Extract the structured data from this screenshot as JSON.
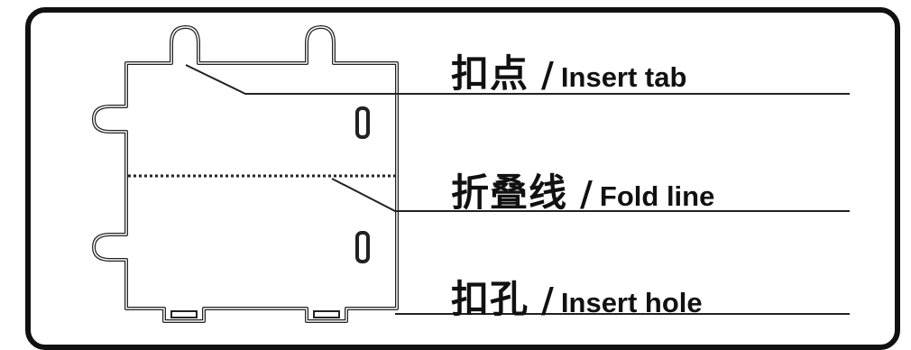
{
  "labels": {
    "insert_tab": {
      "zh": "扣点",
      "slash": "/",
      "en": "Insert tab"
    },
    "fold_line": {
      "zh": "折叠线",
      "slash": "/",
      "en": "Fold line"
    },
    "insert_hole": {
      "zh": "扣孔",
      "slash": "/",
      "en": "Insert hole"
    }
  },
  "colors": {
    "ink": "#111111",
    "background": "#ffffff"
  }
}
